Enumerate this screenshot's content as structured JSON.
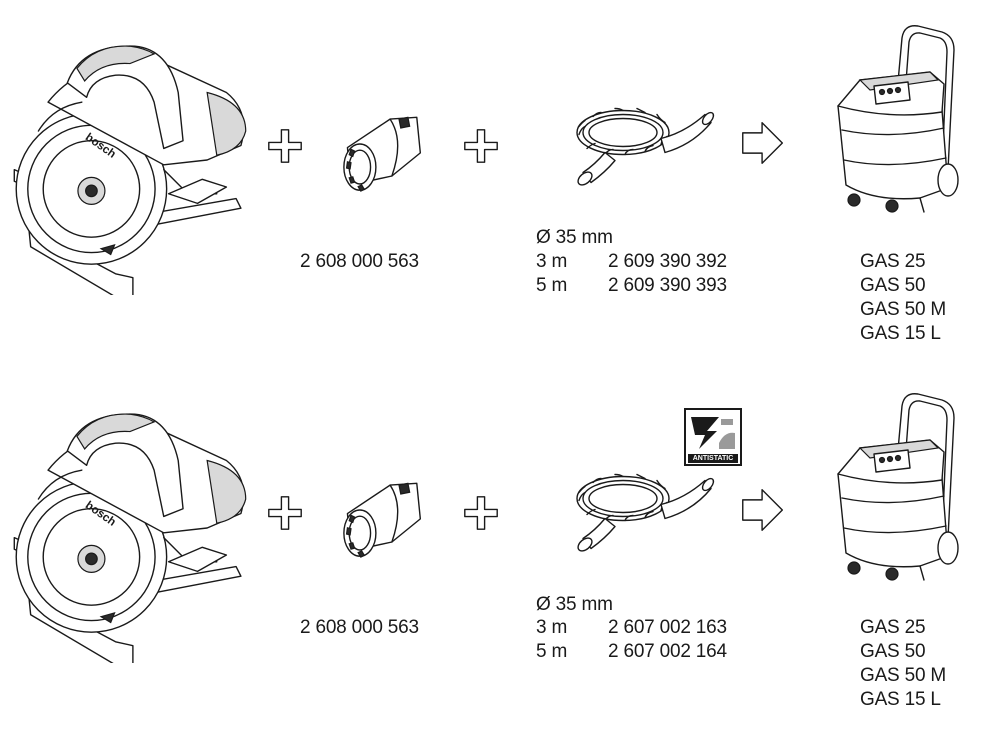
{
  "rows": [
    {
      "adapter_code": "2 608 000 563",
      "hose": {
        "diameter": "Ø 35 mm",
        "lengths": [
          {
            "length": "3 m",
            "code": "2 609 390 392"
          },
          {
            "length": "5 m",
            "code": "2 609 390 393"
          }
        ]
      },
      "antistatic_badge": null,
      "models": [
        "GAS 25",
        "GAS 50",
        "GAS 50 M",
        "GAS 15 L"
      ]
    },
    {
      "adapter_code": "2 608 000 563",
      "hose": {
        "diameter": "Ø 35 mm",
        "lengths": [
          {
            "length": "3 m",
            "code": "2 607 002 163"
          },
          {
            "length": "5 m",
            "code": "2 607 002 164"
          }
        ]
      },
      "antistatic_badge": "ANTISTATIC",
      "models": [
        "GAS 25",
        "GAS 50",
        "GAS 50 M",
        "GAS 15 L"
      ]
    }
  ],
  "saw_brand_text": "bosch",
  "icons": {
    "plus": "plus-icon",
    "arrow": "arrow-right-icon"
  }
}
